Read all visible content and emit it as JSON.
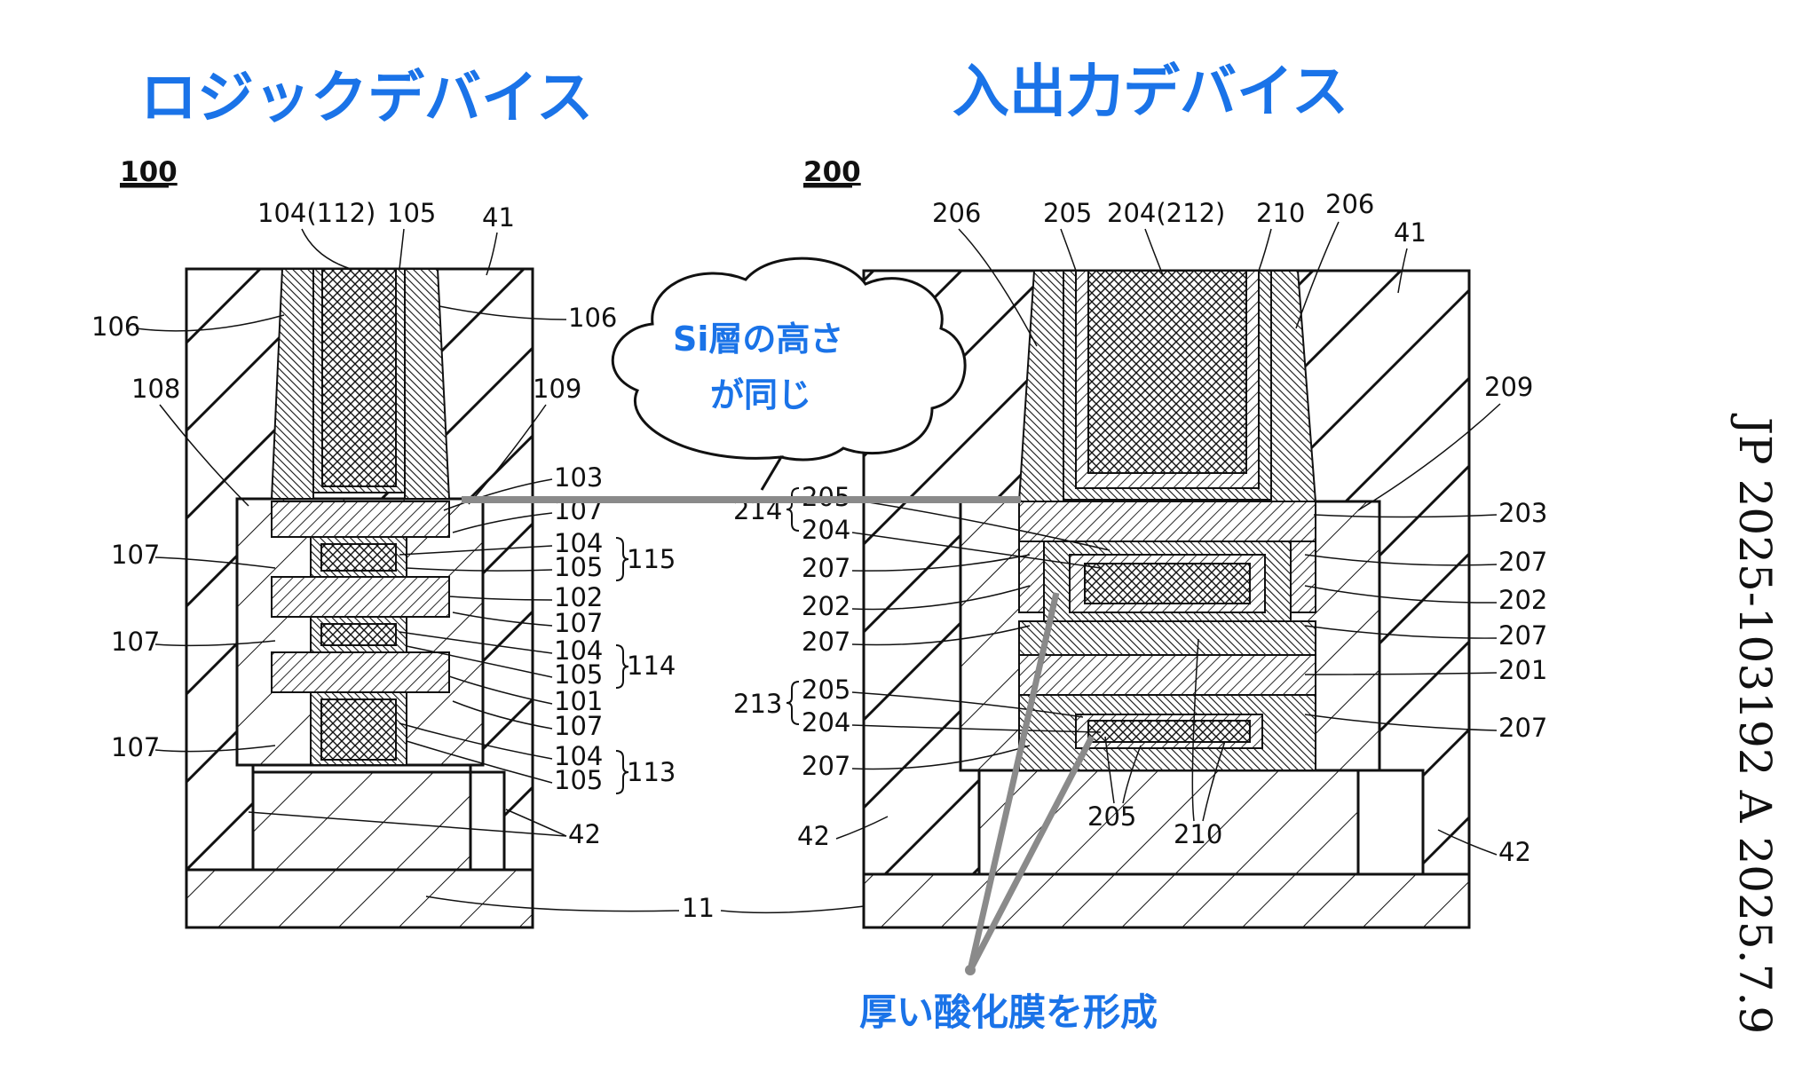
{
  "titles": {
    "logic": "ロジックデバイス",
    "io": "入出力デバイス"
  },
  "figure_numbers": {
    "left": "100",
    "right": "200"
  },
  "callout": {
    "line1": "Si層の高さ",
    "line2": "が同じ"
  },
  "annotation_bottom": "厚い酸化膜を形成",
  "publication": "JP  2025-103192  A   2025.7.9",
  "left_labels": {
    "l104_112": "104(112)",
    "l105_top": "105",
    "l41": "41",
    "l106_left": "106",
    "l106_right": "106",
    "l108": "108",
    "l109": "109",
    "l103": "103",
    "l107_a": "107",
    "l104_a": "104",
    "l105_a": "105",
    "l115": "115",
    "l102": "102",
    "l107_b": "107",
    "l104_b": "104",
    "l105_b": "105",
    "l114": "114",
    "l101": "101",
    "l107_c": "107",
    "l104_c": "104",
    "l105_c": "105",
    "l113": "113",
    "l107_left1": "107",
    "l107_left2": "107",
    "l107_left3": "107",
    "l42": "42",
    "l11": "11"
  },
  "right_labels": {
    "r206_a": "206",
    "r205_top": "205",
    "r204_212": "204(212)",
    "r210_top": "210",
    "r206_b": "206",
    "r41": "41",
    "r209": "209",
    "r214": "214",
    "r205_214": "205",
    "r204_214": "204",
    "r207_l1": "207",
    "r202_l": "202",
    "r207_l2": "207",
    "r213": "213",
    "r205_213": "205",
    "r204_213": "204",
    "r207_l3": "207",
    "r42_l": "42",
    "r203": "203",
    "r207_r1": "207",
    "r202_r": "202",
    "r207_r2": "207",
    "r201": "201",
    "r207_r3": "207",
    "r42_r": "42",
    "r205_bot": "205",
    "r210_bot": "210"
  },
  "colors": {
    "accent": "#1a73e8",
    "line": "#111111",
    "callout_line": "#8a8a8a"
  }
}
